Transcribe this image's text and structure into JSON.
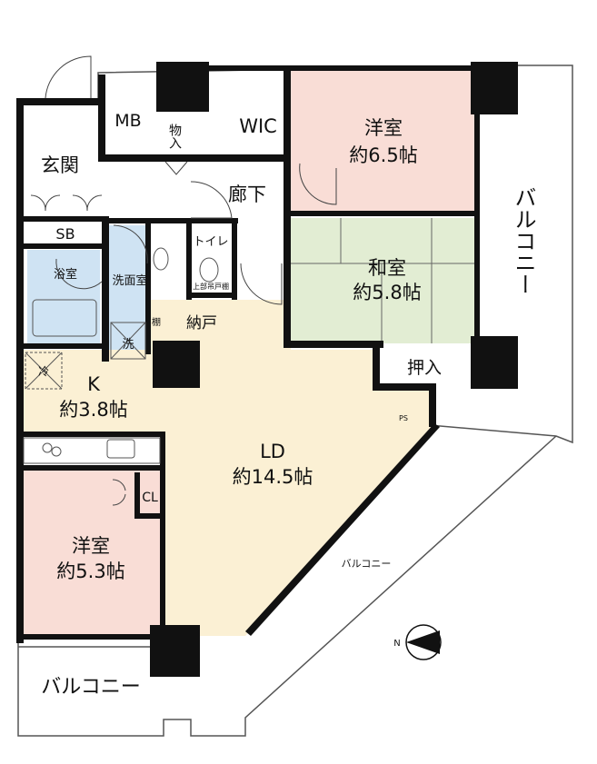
{
  "rooms": {
    "western_room_1": {
      "name": "洋室",
      "size": "約6.5帖",
      "color": "#f9ddd6"
    },
    "entrance": {
      "name": "玄関"
    },
    "mb": {
      "name": "MB"
    },
    "storage": {
      "name": "物入"
    },
    "wic": {
      "name": "WIC"
    },
    "hallway": {
      "name": "廊下"
    },
    "shoe_box": {
      "name": "SB"
    },
    "bathroom": {
      "name": "浴室",
      "color": "#cfe3f3"
    },
    "washroom": {
      "name": "洗面室",
      "color": "#cfe3f3"
    },
    "toilet": {
      "name": "トイレ",
      "note": "上部吊戸棚"
    },
    "shelf": {
      "name": "棚"
    },
    "washer": {
      "name": "洗"
    },
    "pantry": {
      "name": "納戸"
    },
    "japanese_room": {
      "name": "和室",
      "size": "約5.8帖",
      "color": "#e2edd3"
    },
    "closet_oshiire": {
      "name": "押入"
    },
    "ps": {
      "name": "PS"
    },
    "fridge": {
      "name": "冷"
    },
    "kitchen": {
      "name": "K",
      "size": "約3.8帖",
      "color": "#fbf0d4"
    },
    "living_dining": {
      "name": "LD",
      "size": "約14.5帖",
      "color": "#fbf0d4"
    },
    "closet_cl": {
      "name": "CL"
    },
    "western_room_2": {
      "name": "洋室",
      "size": "約5.3帖",
      "color": "#f9ddd6"
    }
  },
  "balconies": {
    "east": "バルコニー",
    "south_small": "バルコニー",
    "south_west": "バルコニー"
  },
  "compass": {
    "label": "N"
  },
  "colors": {
    "wall": "#111111",
    "outline": "#444444"
  }
}
